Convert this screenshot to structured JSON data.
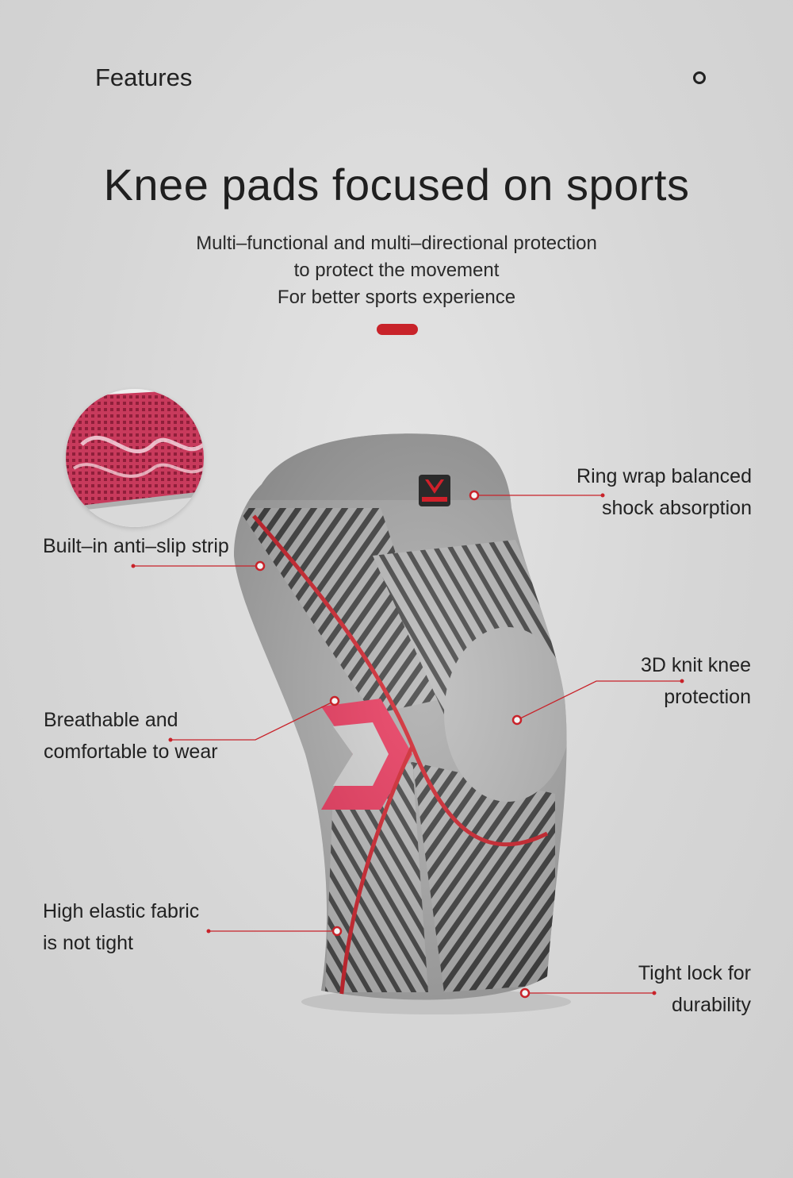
{
  "header": {
    "label": "Features"
  },
  "hero": {
    "title": "Knee pads focused on sports",
    "subtitle_lines": [
      "Multi–functional and multi–directional protection",
      "to protect the movement",
      "For better sports experience"
    ]
  },
  "colors": {
    "accent": "#c8232a",
    "sleeve_gray": "#a9a9a9",
    "stripe_dark": "#3b3b3b",
    "stripe_pink": "#e8355a",
    "background": "#d9d9d9"
  },
  "callouts": {
    "ring_wrap": [
      "Ring wrap balanced",
      "shock absorption"
    ],
    "anti_slip": [
      "Built–in anti–slip strip"
    ],
    "knit_3d": [
      "3D knit knee",
      "protection"
    ],
    "breathable": [
      "Breathable and",
      "comfortable to wear"
    ],
    "elastic": [
      "High elastic fabric",
      "is not tight"
    ],
    "tight_lock": [
      "Tight lock for",
      "durability"
    ]
  }
}
